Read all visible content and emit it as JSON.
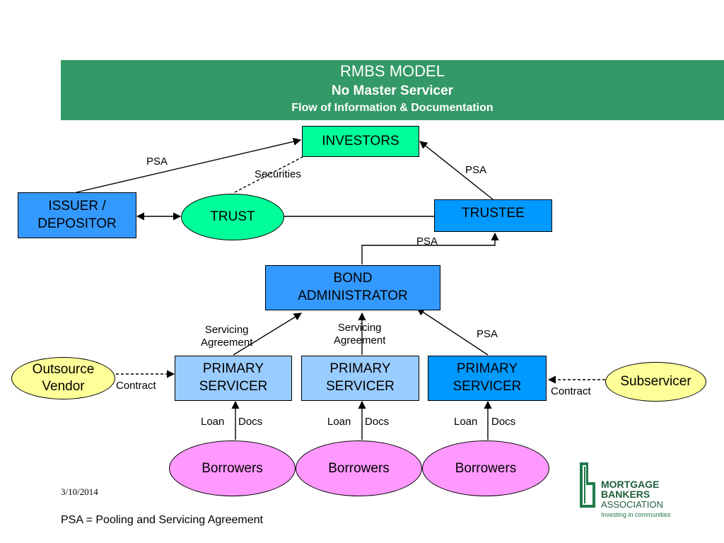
{
  "header": {
    "title": "RMBS MODEL",
    "subtitle": "No Master Servicer",
    "caption": "Flow of Information & Documentation"
  },
  "nodes": {
    "investors": "INVESTORS",
    "issuer": [
      "ISSUER /",
      "DEPOSITOR"
    ],
    "trust": "TRUST",
    "trustee": "TRUSTEE",
    "bond_admin": [
      "BOND",
      "ADMINISTRATOR"
    ],
    "primary_servicer": [
      "PRIMARY",
      "SERVICER"
    ],
    "outsource_vendor": [
      "Outsource",
      "Vendor"
    ],
    "subservicer": "Subservicer",
    "borrowers": "Borrowers"
  },
  "edge_labels": {
    "psa": "PSA",
    "securities": "Securities",
    "servicing_agreement": [
      "Servicing",
      "Agreement"
    ],
    "contract": "Contract",
    "loan": "Loan",
    "docs": "Docs"
  },
  "footer": {
    "date": "3/10/2014",
    "footnote": "PSA = Pooling and Servicing Agreement"
  },
  "logo": {
    "line1": "MORTGAGE",
    "line2": "BANKERS",
    "line3": "ASSOCIATION",
    "tagline": "Investing in communities"
  },
  "colors": {
    "header": "#339966",
    "investors": "#00ff99",
    "trust": "#00ff99",
    "issuer": "#3399ff",
    "trustee": "#0099ff",
    "bond_admin": "#3399ff",
    "primary_servicer_light": "#99ccff",
    "primary_servicer_dark": "#0099ff",
    "borrowers": "#ff99ff",
    "vendor": "#ffff99"
  }
}
